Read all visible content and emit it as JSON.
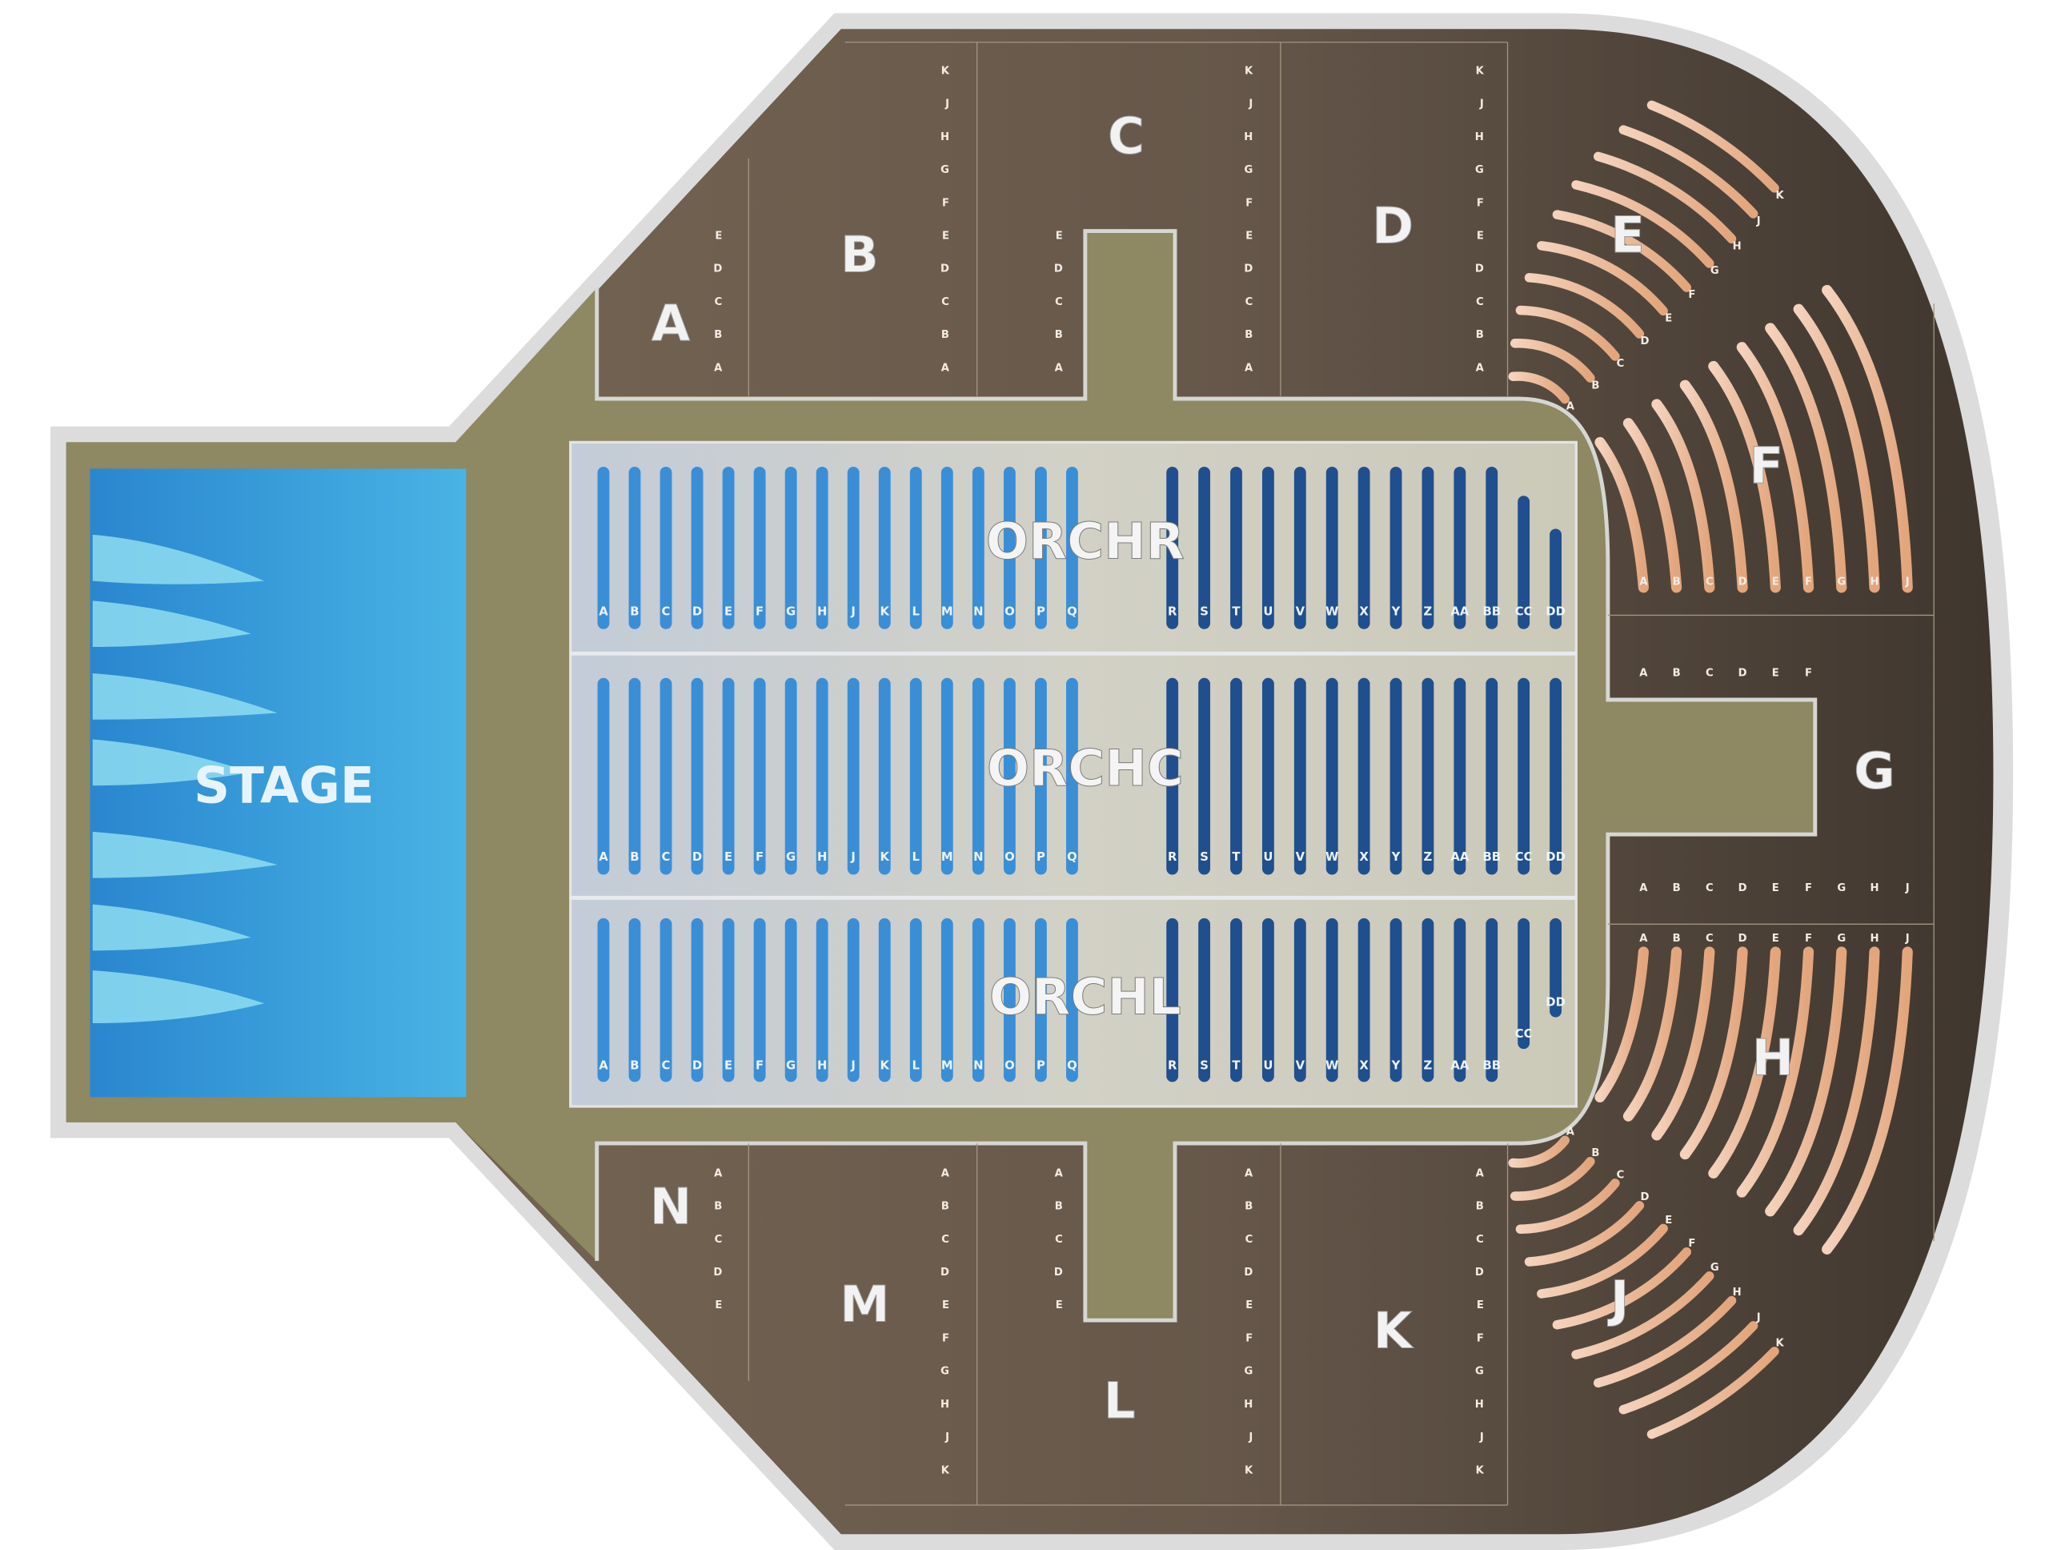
{
  "colors": {
    "venue_border": "#dcdcdc",
    "venue_floor": "#5f5042",
    "aisle": "#8e8863",
    "orchestra_panel": "#cfd0c8",
    "stage": "#3a9fdc",
    "upper_row": "#eeb892",
    "orch_left_row": "#3a8ed6",
    "orch_right_row": "#1f4f8e"
  },
  "stage": {
    "label": "STAGE"
  },
  "orchestra": [
    {
      "name": "ORCHR",
      "left_rows": [
        "A",
        "B",
        "C",
        "D",
        "E",
        "F",
        "G",
        "H",
        "J",
        "K",
        "L",
        "M",
        "N",
        "O",
        "P",
        "Q"
      ],
      "right_rows": [
        "R",
        "S",
        "T",
        "U",
        "V",
        "W",
        "X",
        "Y",
        "Z",
        "AA",
        "BB",
        "CC",
        "DD"
      ]
    },
    {
      "name": "ORCHC",
      "left_rows": [
        "A",
        "B",
        "C",
        "D",
        "E",
        "F",
        "G",
        "H",
        "J",
        "K",
        "L",
        "M",
        "N",
        "O",
        "P",
        "Q"
      ],
      "right_rows": [
        "R",
        "S",
        "T",
        "U",
        "V",
        "W",
        "X",
        "Y",
        "Z",
        "AA",
        "BB",
        "CC",
        "DD"
      ]
    },
    {
      "name": "ORCHL",
      "left_rows": [
        "A",
        "B",
        "C",
        "D",
        "E",
        "F",
        "G",
        "H",
        "J",
        "K",
        "L",
        "M",
        "N",
        "O",
        "P",
        "Q"
      ],
      "right_rows": [
        "R",
        "S",
        "T",
        "U",
        "V",
        "W",
        "X",
        "Y",
        "Z",
        "AA",
        "BB",
        "CC",
        "DD"
      ]
    }
  ],
  "sections": {
    "A": {
      "name": "A",
      "rows": [
        "A",
        "B",
        "C",
        "D",
        "E"
      ]
    },
    "B": {
      "name": "B",
      "rows": [
        "A",
        "B",
        "C",
        "D",
        "E",
        "F",
        "G",
        "H",
        "J",
        "K"
      ]
    },
    "C": {
      "name": "C",
      "rows": [
        "A",
        "B",
        "C",
        "D",
        "E",
        "F",
        "G",
        "H",
        "J",
        "K"
      ]
    },
    "D": {
      "name": "D",
      "rows": [
        "A",
        "B",
        "C",
        "D",
        "E",
        "F",
        "G",
        "H",
        "J",
        "K"
      ]
    },
    "E": {
      "name": "E",
      "rows": [
        "A",
        "B",
        "C",
        "D",
        "E",
        "F",
        "G",
        "H",
        "J",
        "K"
      ]
    },
    "F": {
      "name": "F",
      "rows": [
        "A",
        "B",
        "C",
        "D",
        "E",
        "F",
        "G",
        "H",
        "J"
      ]
    },
    "G": {
      "name": "G",
      "rows": [
        "A",
        "B",
        "C",
        "D",
        "E",
        "F",
        "G",
        "H",
        "J"
      ]
    },
    "H": {
      "name": "H",
      "rows": [
        "A",
        "B",
        "C",
        "D",
        "E",
        "F",
        "G",
        "H",
        "J"
      ]
    },
    "J": {
      "name": "J",
      "rows": [
        "A",
        "B",
        "C",
        "D",
        "E",
        "F",
        "G",
        "H",
        "J",
        "K"
      ]
    },
    "K": {
      "name": "K",
      "rows": [
        "A",
        "B",
        "C",
        "D",
        "E",
        "F",
        "G",
        "H",
        "J",
        "K"
      ]
    },
    "L": {
      "name": "L",
      "rows": [
        "A",
        "B",
        "C",
        "D",
        "E",
        "F",
        "G",
        "H",
        "J",
        "K"
      ]
    },
    "M": {
      "name": "M",
      "rows": [
        "A",
        "B",
        "C",
        "D",
        "E",
        "F",
        "G",
        "H",
        "J",
        "K"
      ]
    },
    "N": {
      "name": "N",
      "rows": [
        "A",
        "B",
        "C",
        "D",
        "E"
      ]
    }
  }
}
